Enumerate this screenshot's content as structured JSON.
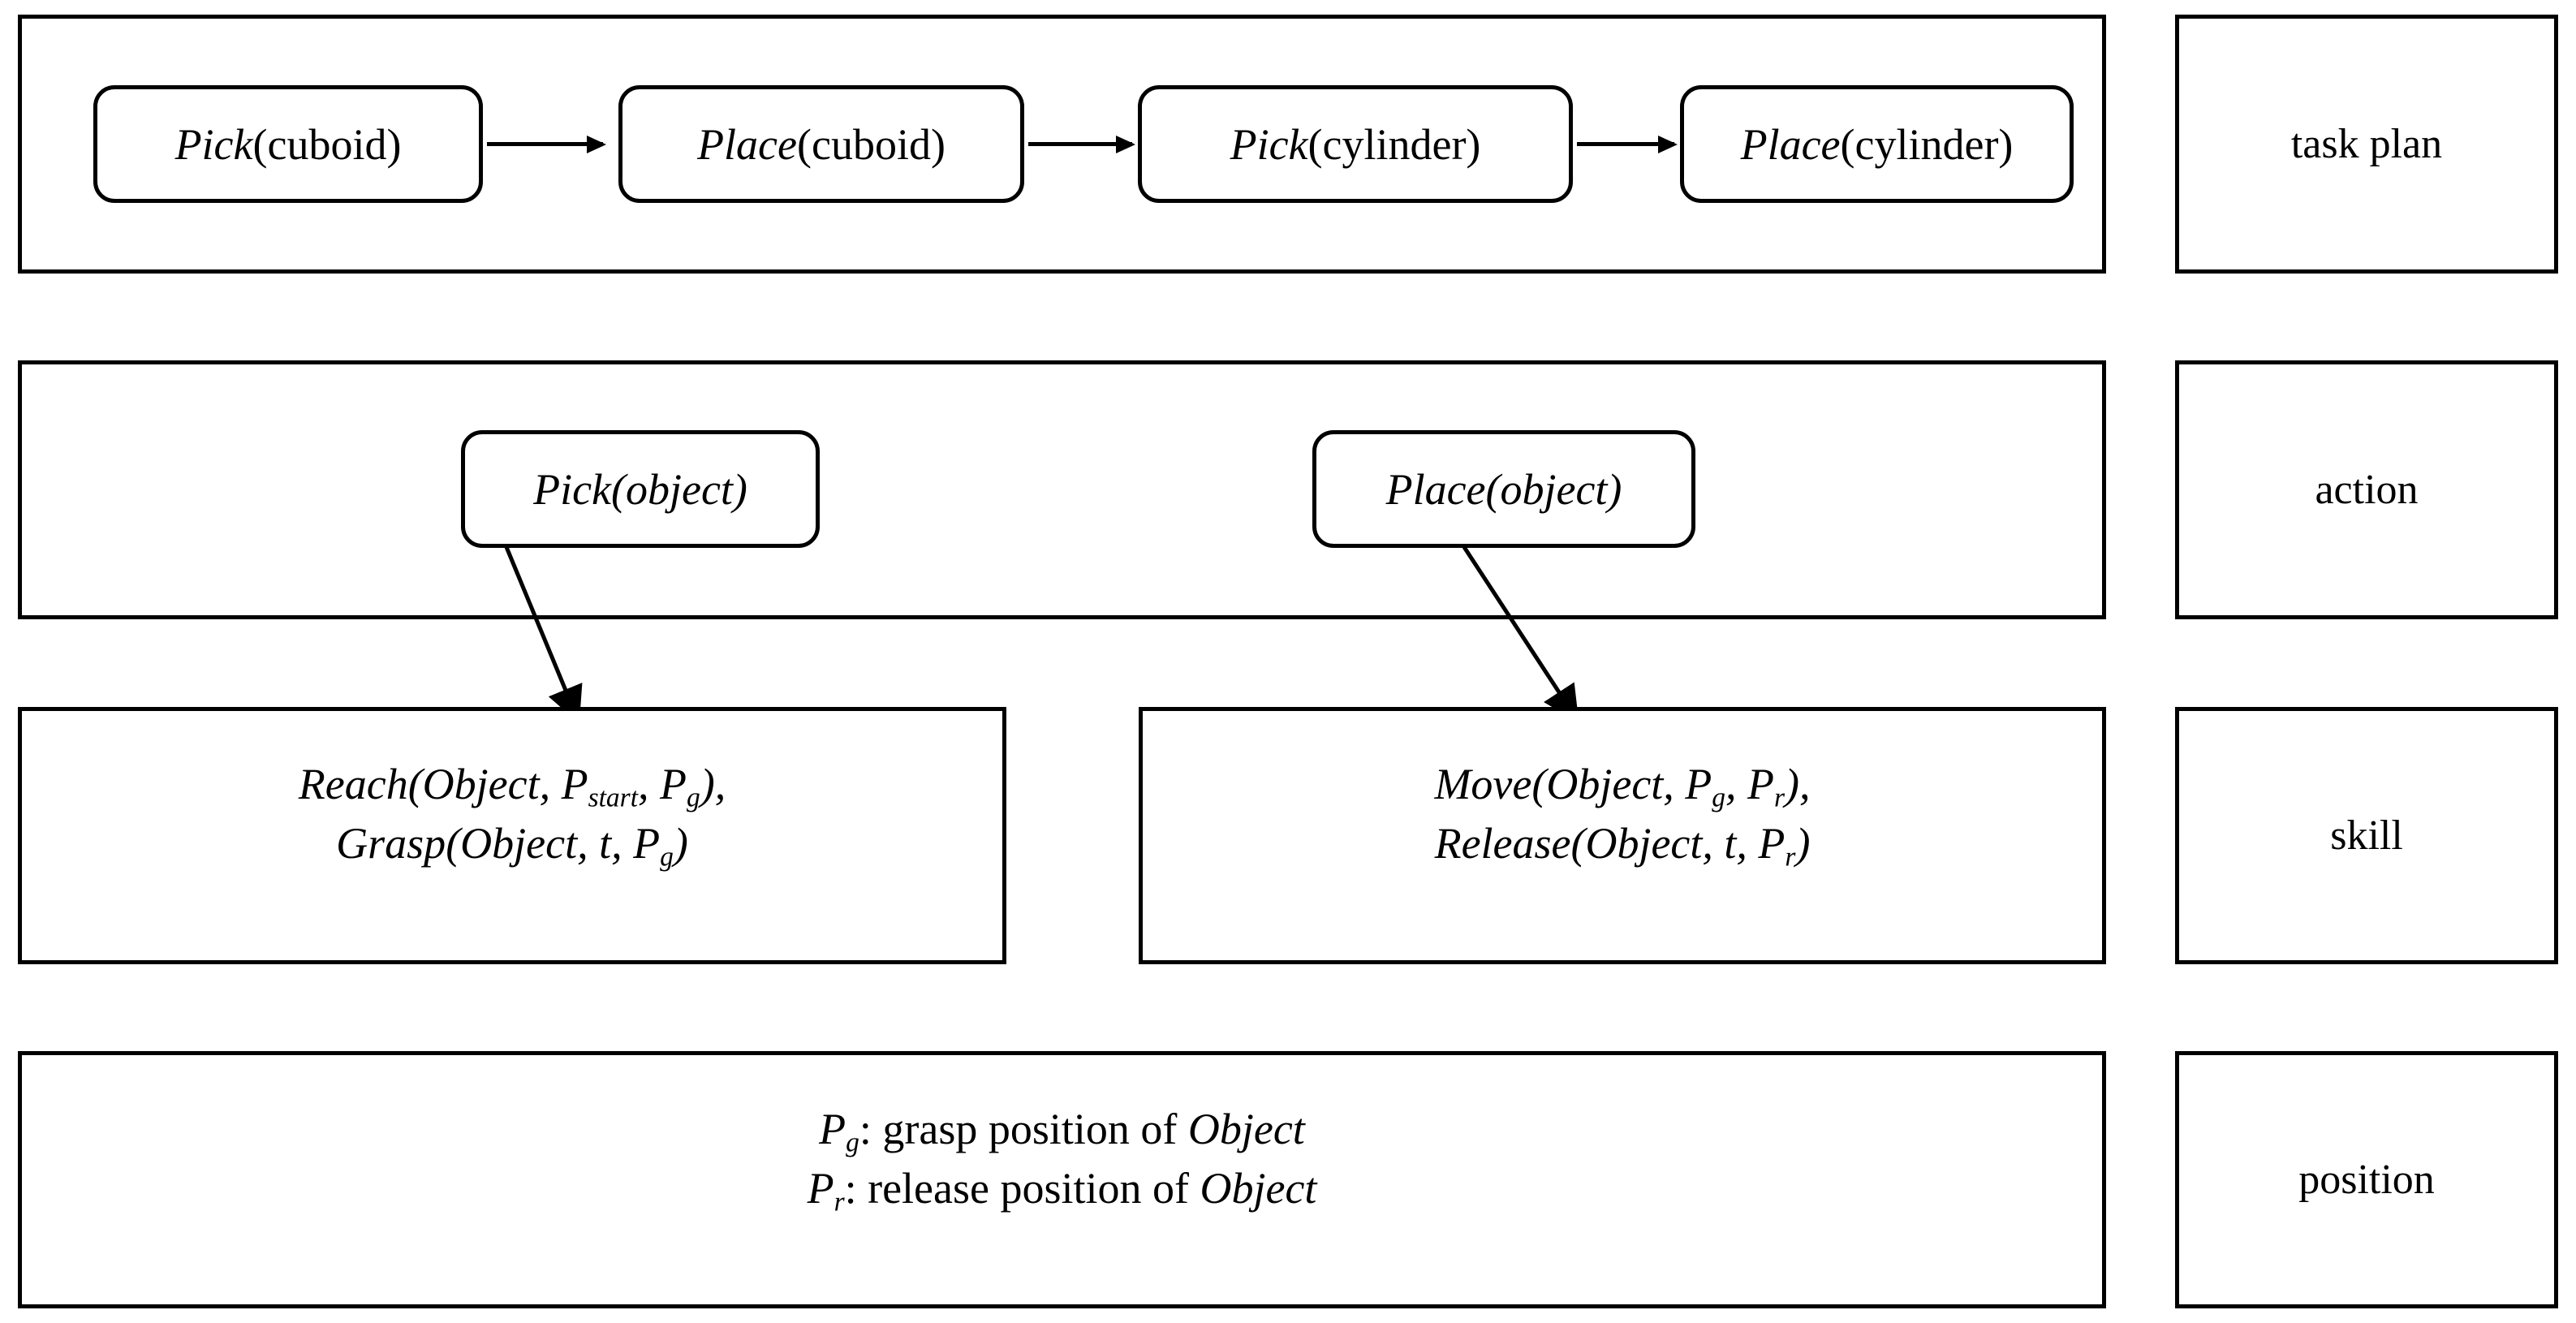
{
  "figure": {
    "type": "hierarchical-block-diagram",
    "background": "#ffffff",
    "line_color": "#000000"
  },
  "rows": [
    {
      "id": "task-plan",
      "right_label": "task plan",
      "nodes": [
        {
          "func": "Pick",
          "arg": "(cuboid)"
        },
        {
          "func": "Place",
          "arg": "(cuboid)"
        },
        {
          "func": "Pick",
          "arg": "(cylinder)"
        },
        {
          "func": "Place",
          "arg": "(cylinder)"
        }
      ]
    },
    {
      "id": "action",
      "right_label": "action",
      "nodes": [
        {
          "func": "Pick(object)"
        },
        {
          "func": "Place(object)"
        }
      ]
    },
    {
      "id": "skill",
      "right_label": "skill",
      "boxes": [
        {
          "line1": {
            "name": "Reach",
            "args": "(Object, P",
            "sub1": "start",
            "mid": ", P",
            "sub2": "g",
            "tail": "),"
          },
          "line2": {
            "name": "Grasp",
            "args": "(Object, t, P",
            "sub2": "g",
            "tail": ")"
          }
        },
        {
          "line1": {
            "name": "Move",
            "args": "(Object, P",
            "sub1": "g",
            "mid": ", P",
            "sub2": "r",
            "tail": "),"
          },
          "line2": {
            "name": "Release",
            "args": "(Object, t, P",
            "sub2": "r",
            "tail": ")"
          }
        }
      ]
    },
    {
      "id": "position",
      "right_label": "position",
      "definitions": [
        {
          "symbol": "P",
          "sub": "g",
          "colon": ": ",
          "text": "grasp position of ",
          "italic_tail": "Object"
        },
        {
          "symbol": "P",
          "sub": "r",
          "colon": ": ",
          "text": "release position of ",
          "italic_tail": "Object"
        }
      ]
    }
  ],
  "task_plan_nodes": {
    "n0_func": "Pick",
    "n0_arg": "(cuboid)",
    "n1_func": "Place",
    "n1_arg": "(cuboid)",
    "n2_func": "Pick",
    "n2_arg": "(cylinder)",
    "n3_func": "Place",
    "n3_arg": "(cylinder)"
  },
  "action_nodes": {
    "pick": "Pick(object)",
    "place": "Place(object)"
  },
  "skill_left": {
    "l1_name": "Reach",
    "l1_open": "(Object, P",
    "l1_sub1": "start",
    "l1_mid": ", P",
    "l1_sub2": "g",
    "l1_close": "),",
    "l2_name": "Grasp",
    "l2_open": "(Object, t, P",
    "l2_sub": "g",
    "l2_close": ")"
  },
  "skill_right": {
    "l1_name": "Move",
    "l1_open": "(Object, P",
    "l1_sub1": "g",
    "l1_mid": ", P",
    "l1_sub2": "r",
    "l1_close": "),",
    "l2_name": "Release",
    "l2_open": "(Object, t, P",
    "l2_sub": "r",
    "l2_close": ")"
  },
  "position_defs": {
    "d1_symbol": "P",
    "d1_sub": "g",
    "d1_text": ": grasp position of ",
    "d1_object": "Object",
    "d2_symbol": "P",
    "d2_sub": "r",
    "d2_text": ": release position of ",
    "d2_object": "Object"
  },
  "labels": {
    "task_plan": "task plan",
    "action": "action",
    "skill": "skill",
    "position": "position"
  }
}
